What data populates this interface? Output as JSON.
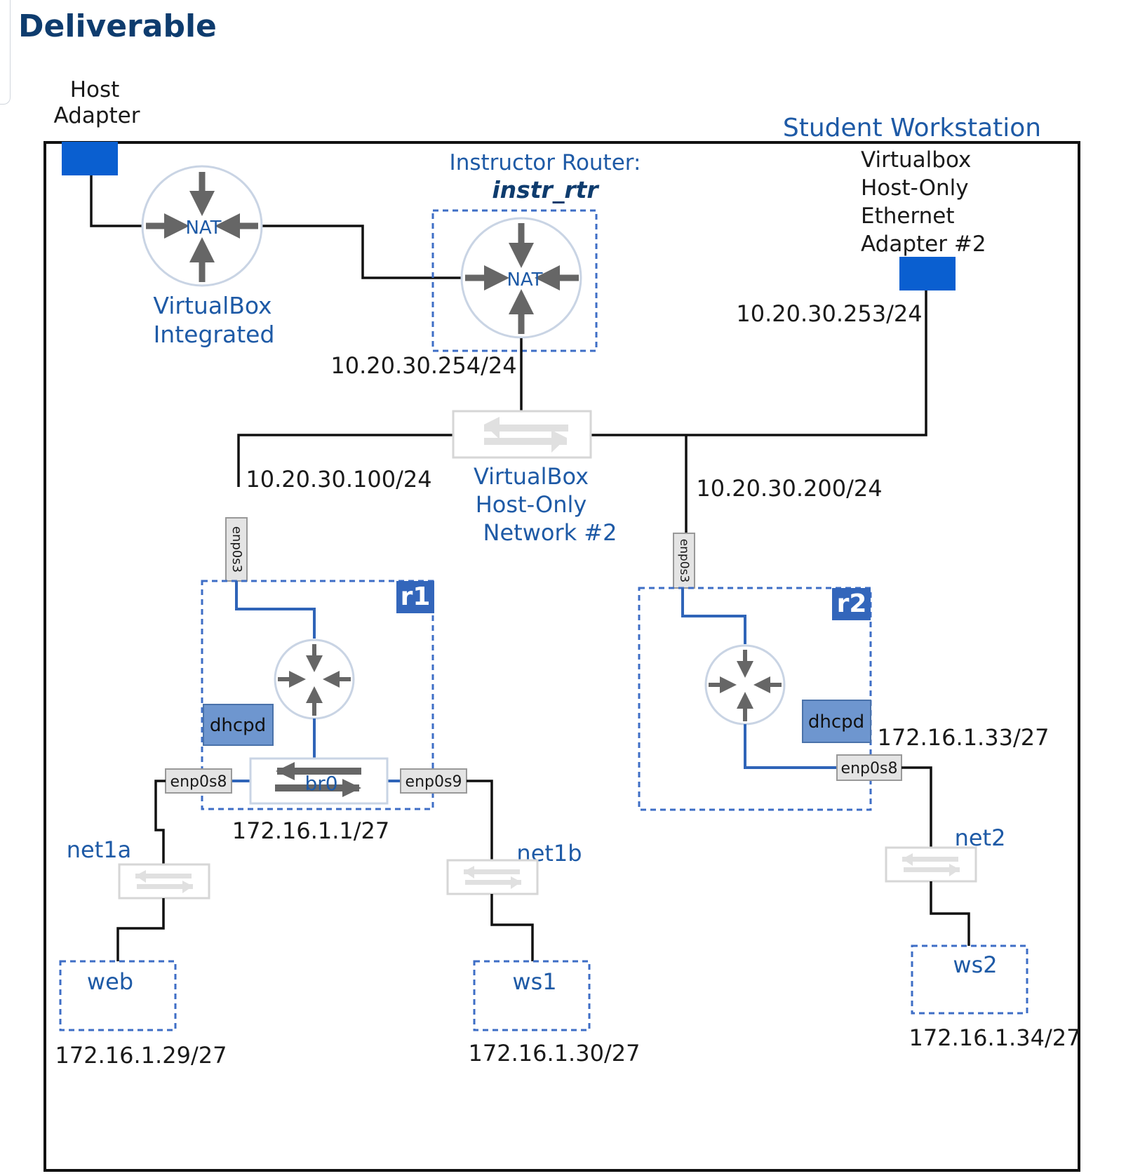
{
  "page": {
    "title": "Deliverable"
  },
  "diagram": {
    "workstation_label": "Student Workstation",
    "host_adapter_label": [
      "Host",
      "Adapter"
    ],
    "vbox_nat": {
      "nat": "NAT",
      "label": [
        "VirtualBox",
        "Integrated"
      ]
    },
    "instructor_router": {
      "label": "Instructor Router:",
      "name": "instr_rtr",
      "nat": "NAT",
      "ip": "10.20.30.254/24"
    },
    "hostonly_adapter": {
      "label": [
        "Virtualbox",
        "Host-Only",
        "Ethernet",
        "Adapter #2"
      ],
      "ip": "10.20.30.253/24"
    },
    "hostonly_network": {
      "label": [
        "VirtualBox",
        "Host-Only",
        "Network #2"
      ]
    },
    "r1": {
      "name": "r1",
      "uplink_ip": "10.20.30.100/24",
      "uplink_iface": "enp0s3",
      "dhcpd": "dhcpd",
      "bridge": "br0",
      "left_iface": "enp0s8",
      "right_iface": "enp0s9",
      "bridge_ip": "172.16.1.1/27"
    },
    "r2": {
      "name": "r2",
      "uplink_ip": "10.20.30.200/24",
      "uplink_iface": "enp0s3",
      "dhcpd": "dhcpd",
      "lan_iface": "enp0s8",
      "lan_ip": "172.16.1.33/27"
    },
    "switches": {
      "net1a": "net1a",
      "net1b": "net1b",
      "net2": "net2"
    },
    "hosts": {
      "web": {
        "name": "web",
        "ip": "172.16.1.29/27"
      },
      "ws1": {
        "name": "ws1",
        "ip": "172.16.1.30/27"
      },
      "ws2": {
        "name": "ws2",
        "ip": "172.16.1.34/27"
      }
    },
    "colors": {
      "title": "#0e3c6e",
      "accent_blue": "#1e5aa6",
      "adapter_blue": "#0a5fd0",
      "dhcpd_fill": "#6e96cf",
      "r_badge": "#3366bb"
    }
  }
}
